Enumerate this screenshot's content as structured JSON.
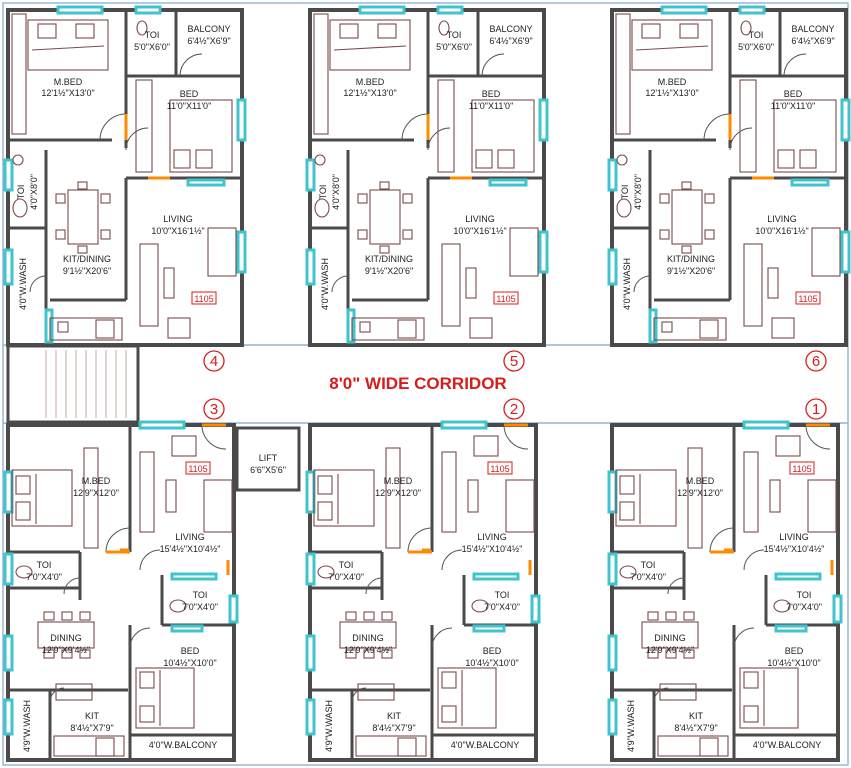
{
  "corridor": {
    "label": "8'0\" WIDE CORRIDOR"
  },
  "lift": {
    "name": "LIFT",
    "size": "6'6\"X5'6\""
  },
  "unit_numbers": [
    "4",
    "5",
    "6",
    "3",
    "2",
    "1"
  ],
  "top_unit": {
    "tag": "1105",
    "rooms": [
      {
        "key": "mbed",
        "name": "M.BED",
        "size": "12'1½\"X13'0\""
      },
      {
        "key": "toi1",
        "name": "TOI",
        "size": "5'0\"X6'0\""
      },
      {
        "key": "balcony",
        "name": "BALCONY",
        "size": "6'4½\"X6'9\""
      },
      {
        "key": "bed",
        "name": "BED",
        "size": "11'0\"X11'0\""
      },
      {
        "key": "toi2",
        "name": "TOI",
        "size": "4'0\"X8'0\""
      },
      {
        "key": "kit",
        "name": "KIT/DINING",
        "size": "9'1½\"X20'6\""
      },
      {
        "key": "living",
        "name": "LIVING",
        "size": "10'0\"X16'1½\""
      },
      {
        "key": "wash",
        "name": "4'0\"W.WASH",
        "size": ""
      }
    ]
  },
  "bottom_unit": {
    "tag": "1105",
    "rooms": [
      {
        "key": "mbed",
        "name": "M.BED",
        "size": "12'9\"X12'0\""
      },
      {
        "key": "living",
        "name": "LIVING",
        "size": "15'4½\"X10'4½\""
      },
      {
        "key": "toi1",
        "name": "TOI",
        "size": "7'0\"X4'0\""
      },
      {
        "key": "toi2",
        "name": "TOI",
        "size": "7'0\"X4'0\""
      },
      {
        "key": "dining",
        "name": "DINING",
        "size": "12'9\"X9'4½\""
      },
      {
        "key": "bed",
        "name": "BED",
        "size": "10'4½\"X10'0\""
      },
      {
        "key": "kit",
        "name": "KIT",
        "size": "8'4½\"X7'9\""
      },
      {
        "key": "wash",
        "name": "4'9\"W.WASH",
        "size": ""
      },
      {
        "key": "balcony",
        "name": "4'0\"W.BALCONY",
        "size": ""
      }
    ]
  },
  "colors": {
    "accent": "#d81c1c",
    "window": "#3fc3cf",
    "door": "#ff8a00",
    "wall": "#4a4a4a",
    "furniture": "#7b4b4b",
    "boundary": "#8fb4d8"
  }
}
